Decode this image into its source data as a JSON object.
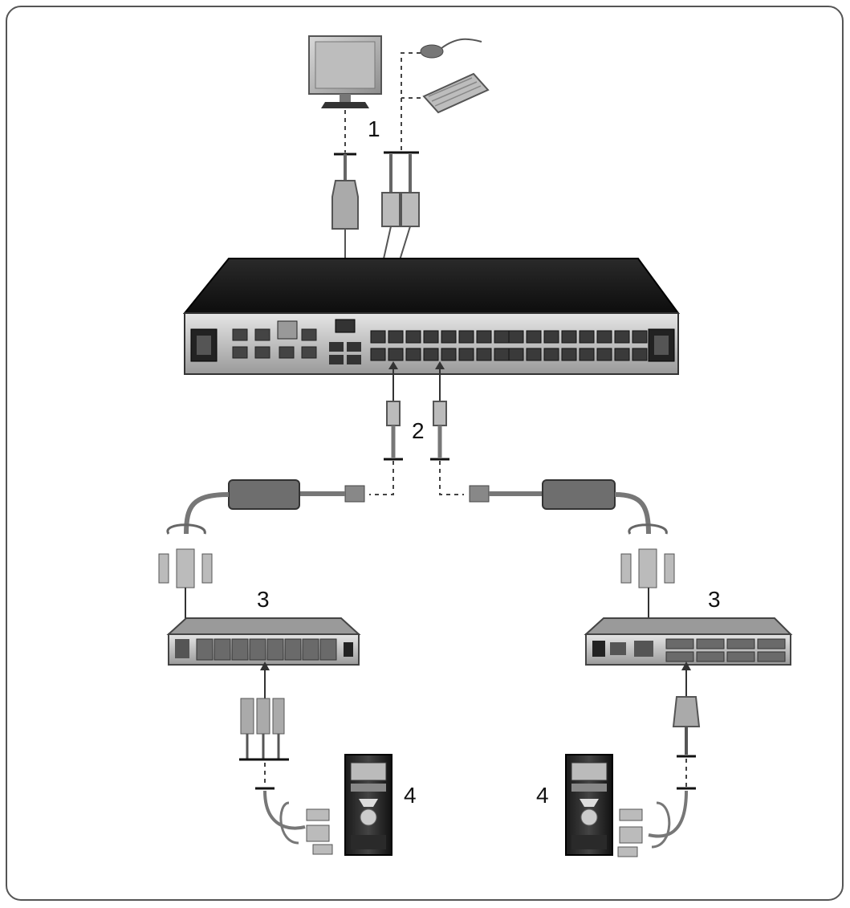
{
  "callouts": {
    "c1": "1",
    "c2": "2",
    "c3_left": "3",
    "c3_right": "3",
    "c4_left": "4",
    "c4_right": "4"
  },
  "switch_ports": {
    "left_block": 16,
    "right_block": 16
  },
  "colors": {
    "frame": "#555555",
    "dark": "#1a1a1a",
    "mid": "#7a7a7a",
    "light": "#cfcfcf"
  }
}
